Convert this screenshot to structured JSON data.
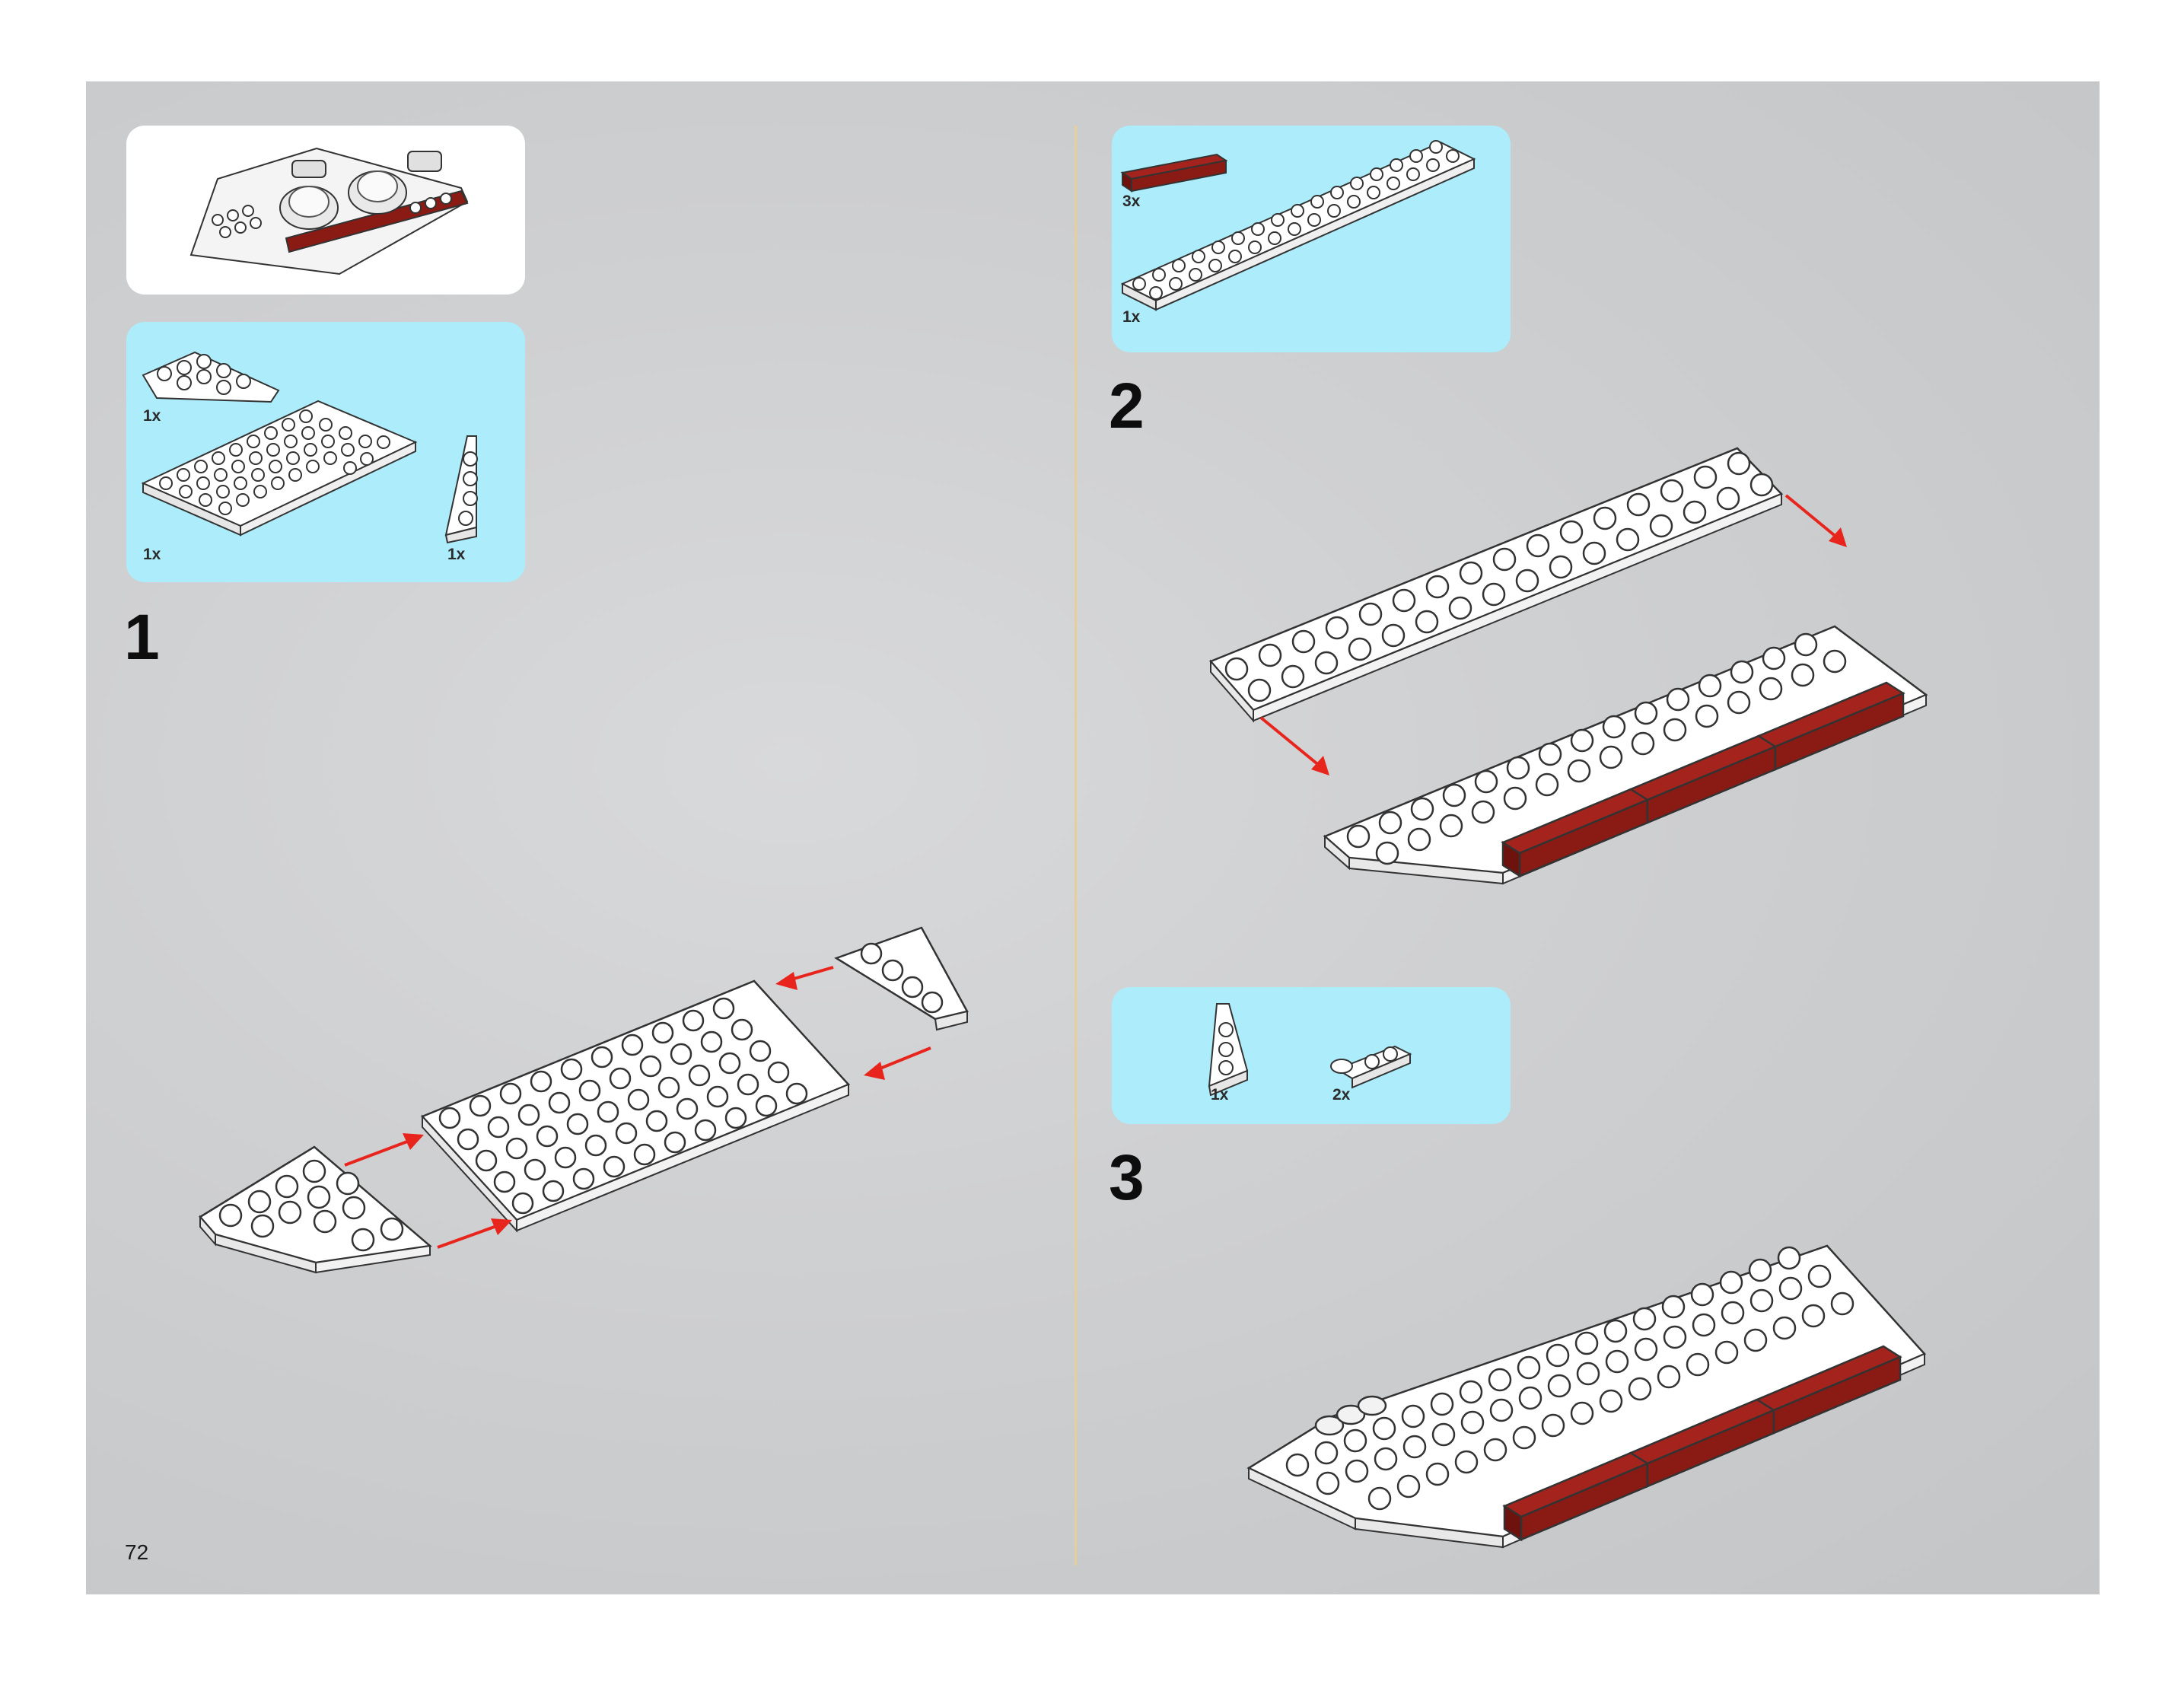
{
  "page_number": "72",
  "steps": [
    {
      "number": "1",
      "parts": [
        {
          "qty": "1x",
          "name": "wedge-plate-small"
        },
        {
          "qty": "1x",
          "name": "plate-6x10"
        },
        {
          "qty": "1x",
          "name": "wedge-plate-narrow"
        }
      ]
    },
    {
      "number": "2",
      "parts": [
        {
          "qty": "3x",
          "name": "dark-red-tile"
        },
        {
          "qty": "1x",
          "name": "plate-2x16"
        }
      ]
    },
    {
      "number": "3",
      "parts": [
        {
          "qty": "1x",
          "name": "wedge-plate-2x3"
        },
        {
          "qty": "2x",
          "name": "clip-plate"
        }
      ]
    }
  ],
  "colors": {
    "parts_panel": "#acecfb",
    "arrow": "#e8251c",
    "brick_white": "#ffffff",
    "brick_dark_red": "#8a1a14",
    "divider": "#e7cf9a"
  }
}
